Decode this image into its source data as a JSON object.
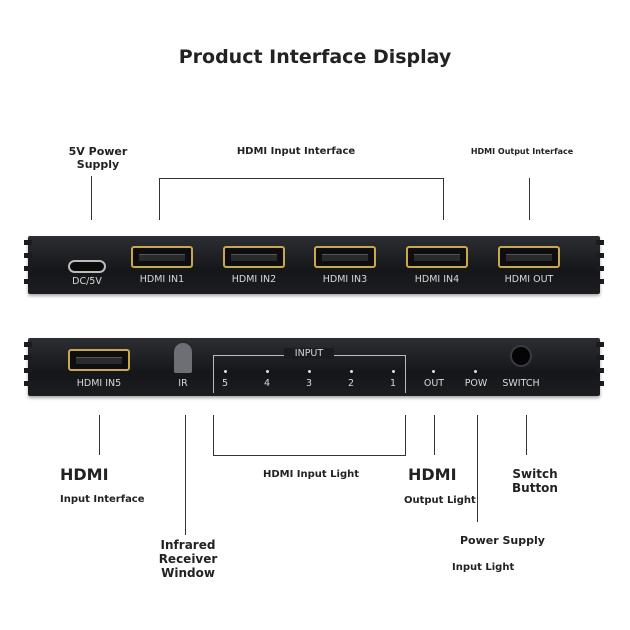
{
  "title": "Product Interface Display",
  "top_panel": {
    "labels": [
      "DC/5V",
      "HDMI IN1",
      "HDMI IN2",
      "HDMI IN3",
      "HDMI IN4",
      "HDMI OUT"
    ]
  },
  "bottom_panel": {
    "hdmi_in5": "HDMI IN5",
    "ir": "IR",
    "input_group": "INPUT",
    "input_numbers": [
      "5",
      "4",
      "3",
      "2",
      "1"
    ],
    "out": "OUT",
    "pow": "POW",
    "switch": "SWITCH"
  },
  "callouts": {
    "power_supply_top": "5V Power Supply",
    "hdmi_input_interface_top": "HDMI Input Interface",
    "hdmi_output_interface_top": "HDMI Output Interface",
    "hdmi_big_left": "HDMI",
    "input_interface_bottom": "Input Interface",
    "hdmi_input_light": "HDMI Input Light",
    "hdmi_big_right": "HDMI",
    "output_light": "Output Light",
    "switch_button": "Switch Button",
    "infrared_window": "Infrared Receiver Window",
    "power_supply_bottom": "Power Supply",
    "input_light": "Input Light"
  }
}
